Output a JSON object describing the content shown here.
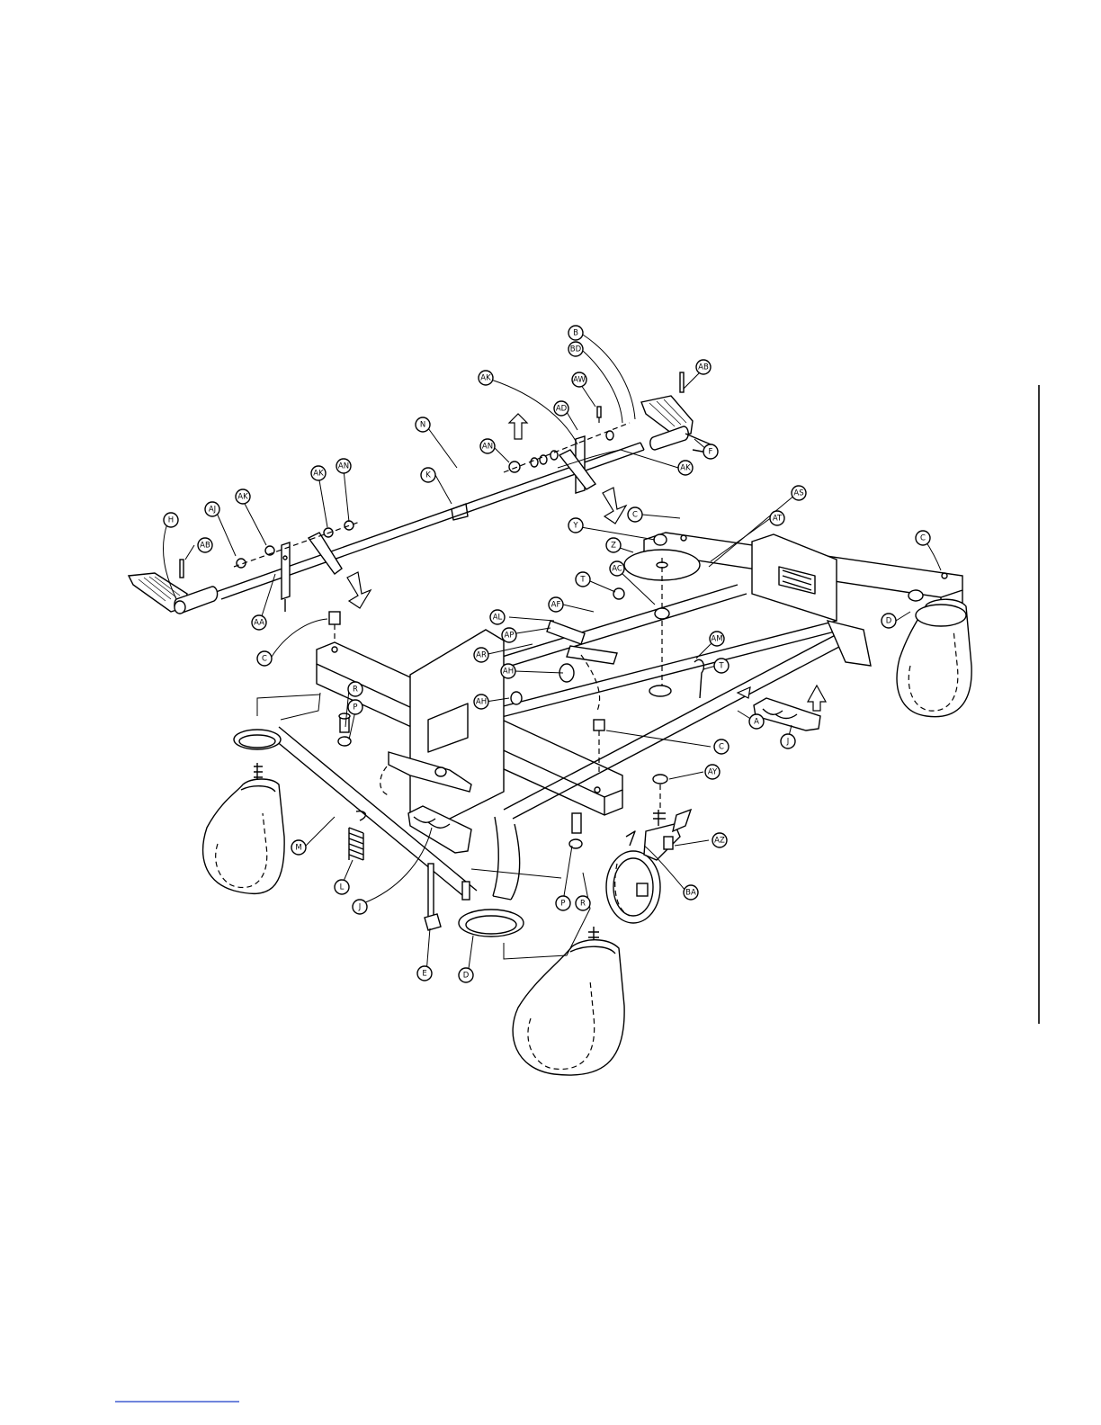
{
  "callouts": [
    {
      "id": "B",
      "label": "B"
    },
    {
      "id": "BD",
      "label": "BD"
    },
    {
      "id": "AB_top",
      "label": "AB"
    },
    {
      "id": "AK_top",
      "label": "AK"
    },
    {
      "id": "AW",
      "label": "AW"
    },
    {
      "id": "AD",
      "label": "AD"
    },
    {
      "id": "AN_top",
      "label": "AN"
    },
    {
      "id": "AK_right",
      "label": "AK"
    },
    {
      "id": "F",
      "label": "F"
    },
    {
      "id": "N",
      "label": "N"
    },
    {
      "id": "K",
      "label": "K"
    },
    {
      "id": "AK_mid",
      "label": "AK"
    },
    {
      "id": "AN_mid",
      "label": "AN"
    },
    {
      "id": "AJ",
      "label": "AJ"
    },
    {
      "id": "AK_left",
      "label": "AK"
    },
    {
      "id": "H",
      "label": "H"
    },
    {
      "id": "AB_left",
      "label": "AB"
    },
    {
      "id": "AA",
      "label": "AA"
    },
    {
      "id": "C_left",
      "label": "C"
    },
    {
      "id": "C_top",
      "label": "C"
    },
    {
      "id": "AS",
      "label": "AS"
    },
    {
      "id": "AT",
      "label": "AT"
    },
    {
      "id": "Y",
      "label": "Y"
    },
    {
      "id": "Z",
      "label": "Z"
    },
    {
      "id": "C_right",
      "label": "C"
    },
    {
      "id": "T_top",
      "label": "T"
    },
    {
      "id": "AC",
      "label": "AC"
    },
    {
      "id": "D_right",
      "label": "D"
    },
    {
      "id": "AF",
      "label": "AF"
    },
    {
      "id": "AL",
      "label": "AL"
    },
    {
      "id": "AP",
      "label": "AP"
    },
    {
      "id": "AR",
      "label": "AR"
    },
    {
      "id": "AM",
      "label": "AM"
    },
    {
      "id": "T_mid",
      "label": "T"
    },
    {
      "id": "AH_a",
      "label": "AH"
    },
    {
      "id": "AH_b",
      "label": "AH"
    },
    {
      "id": "A",
      "label": "A"
    },
    {
      "id": "J_right",
      "label": "J"
    },
    {
      "id": "R_left",
      "label": "R"
    },
    {
      "id": "P_left",
      "label": "P"
    },
    {
      "id": "C_bottom",
      "label": "C"
    },
    {
      "id": "AY",
      "label": "AY"
    },
    {
      "id": "AZ",
      "label": "AZ"
    },
    {
      "id": "M",
      "label": "M"
    },
    {
      "id": "L",
      "label": "L"
    },
    {
      "id": "J_left",
      "label": "J"
    },
    {
      "id": "P_right",
      "label": "P"
    },
    {
      "id": "R_right",
      "label": "R"
    },
    {
      "id": "BA",
      "label": "BA"
    },
    {
      "id": "E",
      "label": "E"
    },
    {
      "id": "D_bottom",
      "label": "D"
    }
  ]
}
